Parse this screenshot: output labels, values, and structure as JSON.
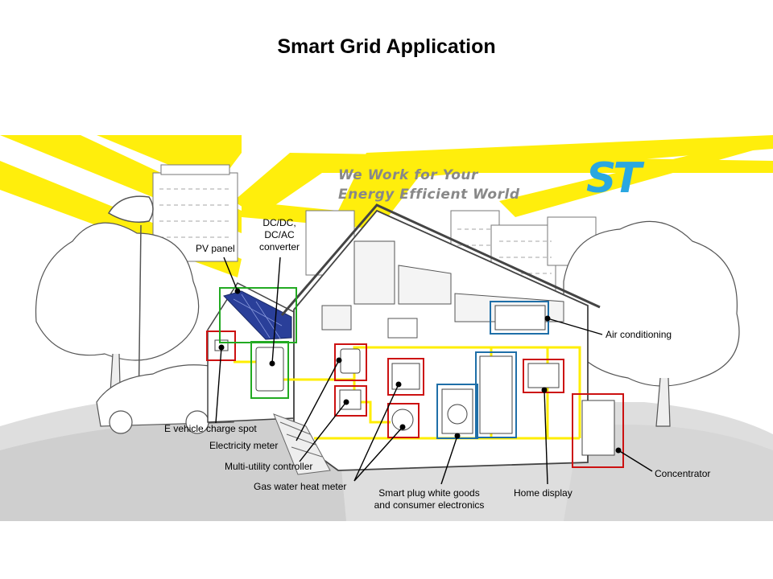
{
  "title": "Smart Grid Application",
  "slogan": {
    "line1": "We Work for Your",
    "line2": "Energy Efficient World"
  },
  "logo_text": "ST",
  "labels": {
    "pv_panel": "PV panel",
    "converter_1": "DC/DC,",
    "converter_2": "DC/AC",
    "converter_3": "converter",
    "air_conditioning": "Air conditioning",
    "ev_charge": "E vehicle  charge spot",
    "electricity_meter": "Electricity meter",
    "multi_utility": "Multi-utility controller",
    "gas_water": "Gas water heat meter",
    "smart_plug_1": "Smart plug white goods",
    "smart_plug_2": "and consumer electronics",
    "home_display": "Home display",
    "concentrator": "Concentrator"
  },
  "colors": {
    "yellow": "#ffee00",
    "red_box": "#cc1111",
    "green_box": "#22aa22",
    "blue_box": "#1f6fa8",
    "logo_blue": "#2aa7e0",
    "sketch": "#555555",
    "ground": "#dcdcdc"
  }
}
